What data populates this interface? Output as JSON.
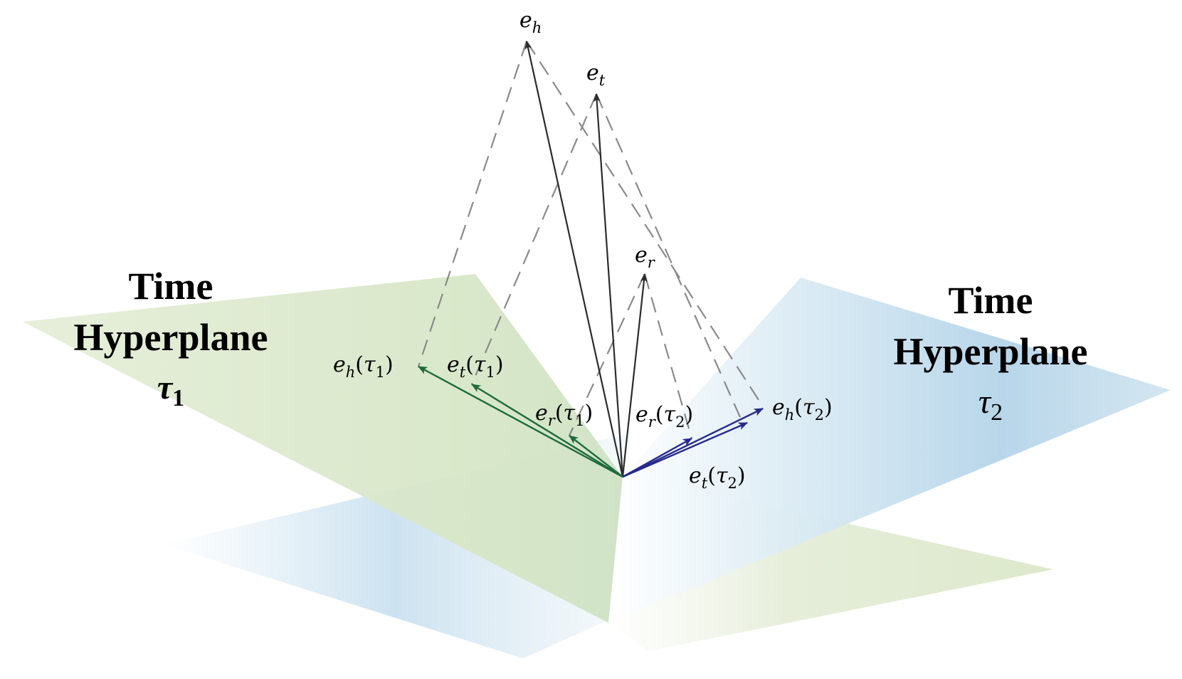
{
  "planes": {
    "left": {
      "title_line1": "Time",
      "title_line2": "Hyperplane",
      "symbol": "τ",
      "index": "1"
    },
    "right": {
      "title_line1": "Time",
      "title_line2": "Hyperplane",
      "symbol": "τ",
      "index": "2"
    }
  },
  "vectors": {
    "e_h": {
      "base": "e",
      "sub": "h"
    },
    "e_t": {
      "base": "e",
      "sub": "t"
    },
    "e_r": {
      "base": "e",
      "sub": "r"
    },
    "e_h_t1": {
      "base": "e",
      "sub": "h",
      "arg": "τ",
      "arg_sub": "1"
    },
    "e_t_t1": {
      "base": "e",
      "sub": "t",
      "arg": "τ",
      "arg_sub": "1"
    },
    "e_r_t1": {
      "base": "e",
      "sub": "r",
      "arg": "τ",
      "arg_sub": "1"
    },
    "e_r_t2": {
      "base": "e",
      "sub": "r",
      "arg": "τ",
      "arg_sub": "2"
    },
    "e_h_t2": {
      "base": "e",
      "sub": "h",
      "arg": "τ",
      "arg_sub": "2"
    },
    "e_t_t2": {
      "base": "e",
      "sub": "t",
      "arg": "τ",
      "arg_sub": "2"
    }
  },
  "colors": {
    "plane_green": "#dbe7c9",
    "plane_blue": "#b9d7ea",
    "original_vector": "#2b2b2b",
    "projection_tau1": "#1e6b3c",
    "projection_tau2": "#262a8c",
    "projection_line": "#8a8a8a"
  }
}
